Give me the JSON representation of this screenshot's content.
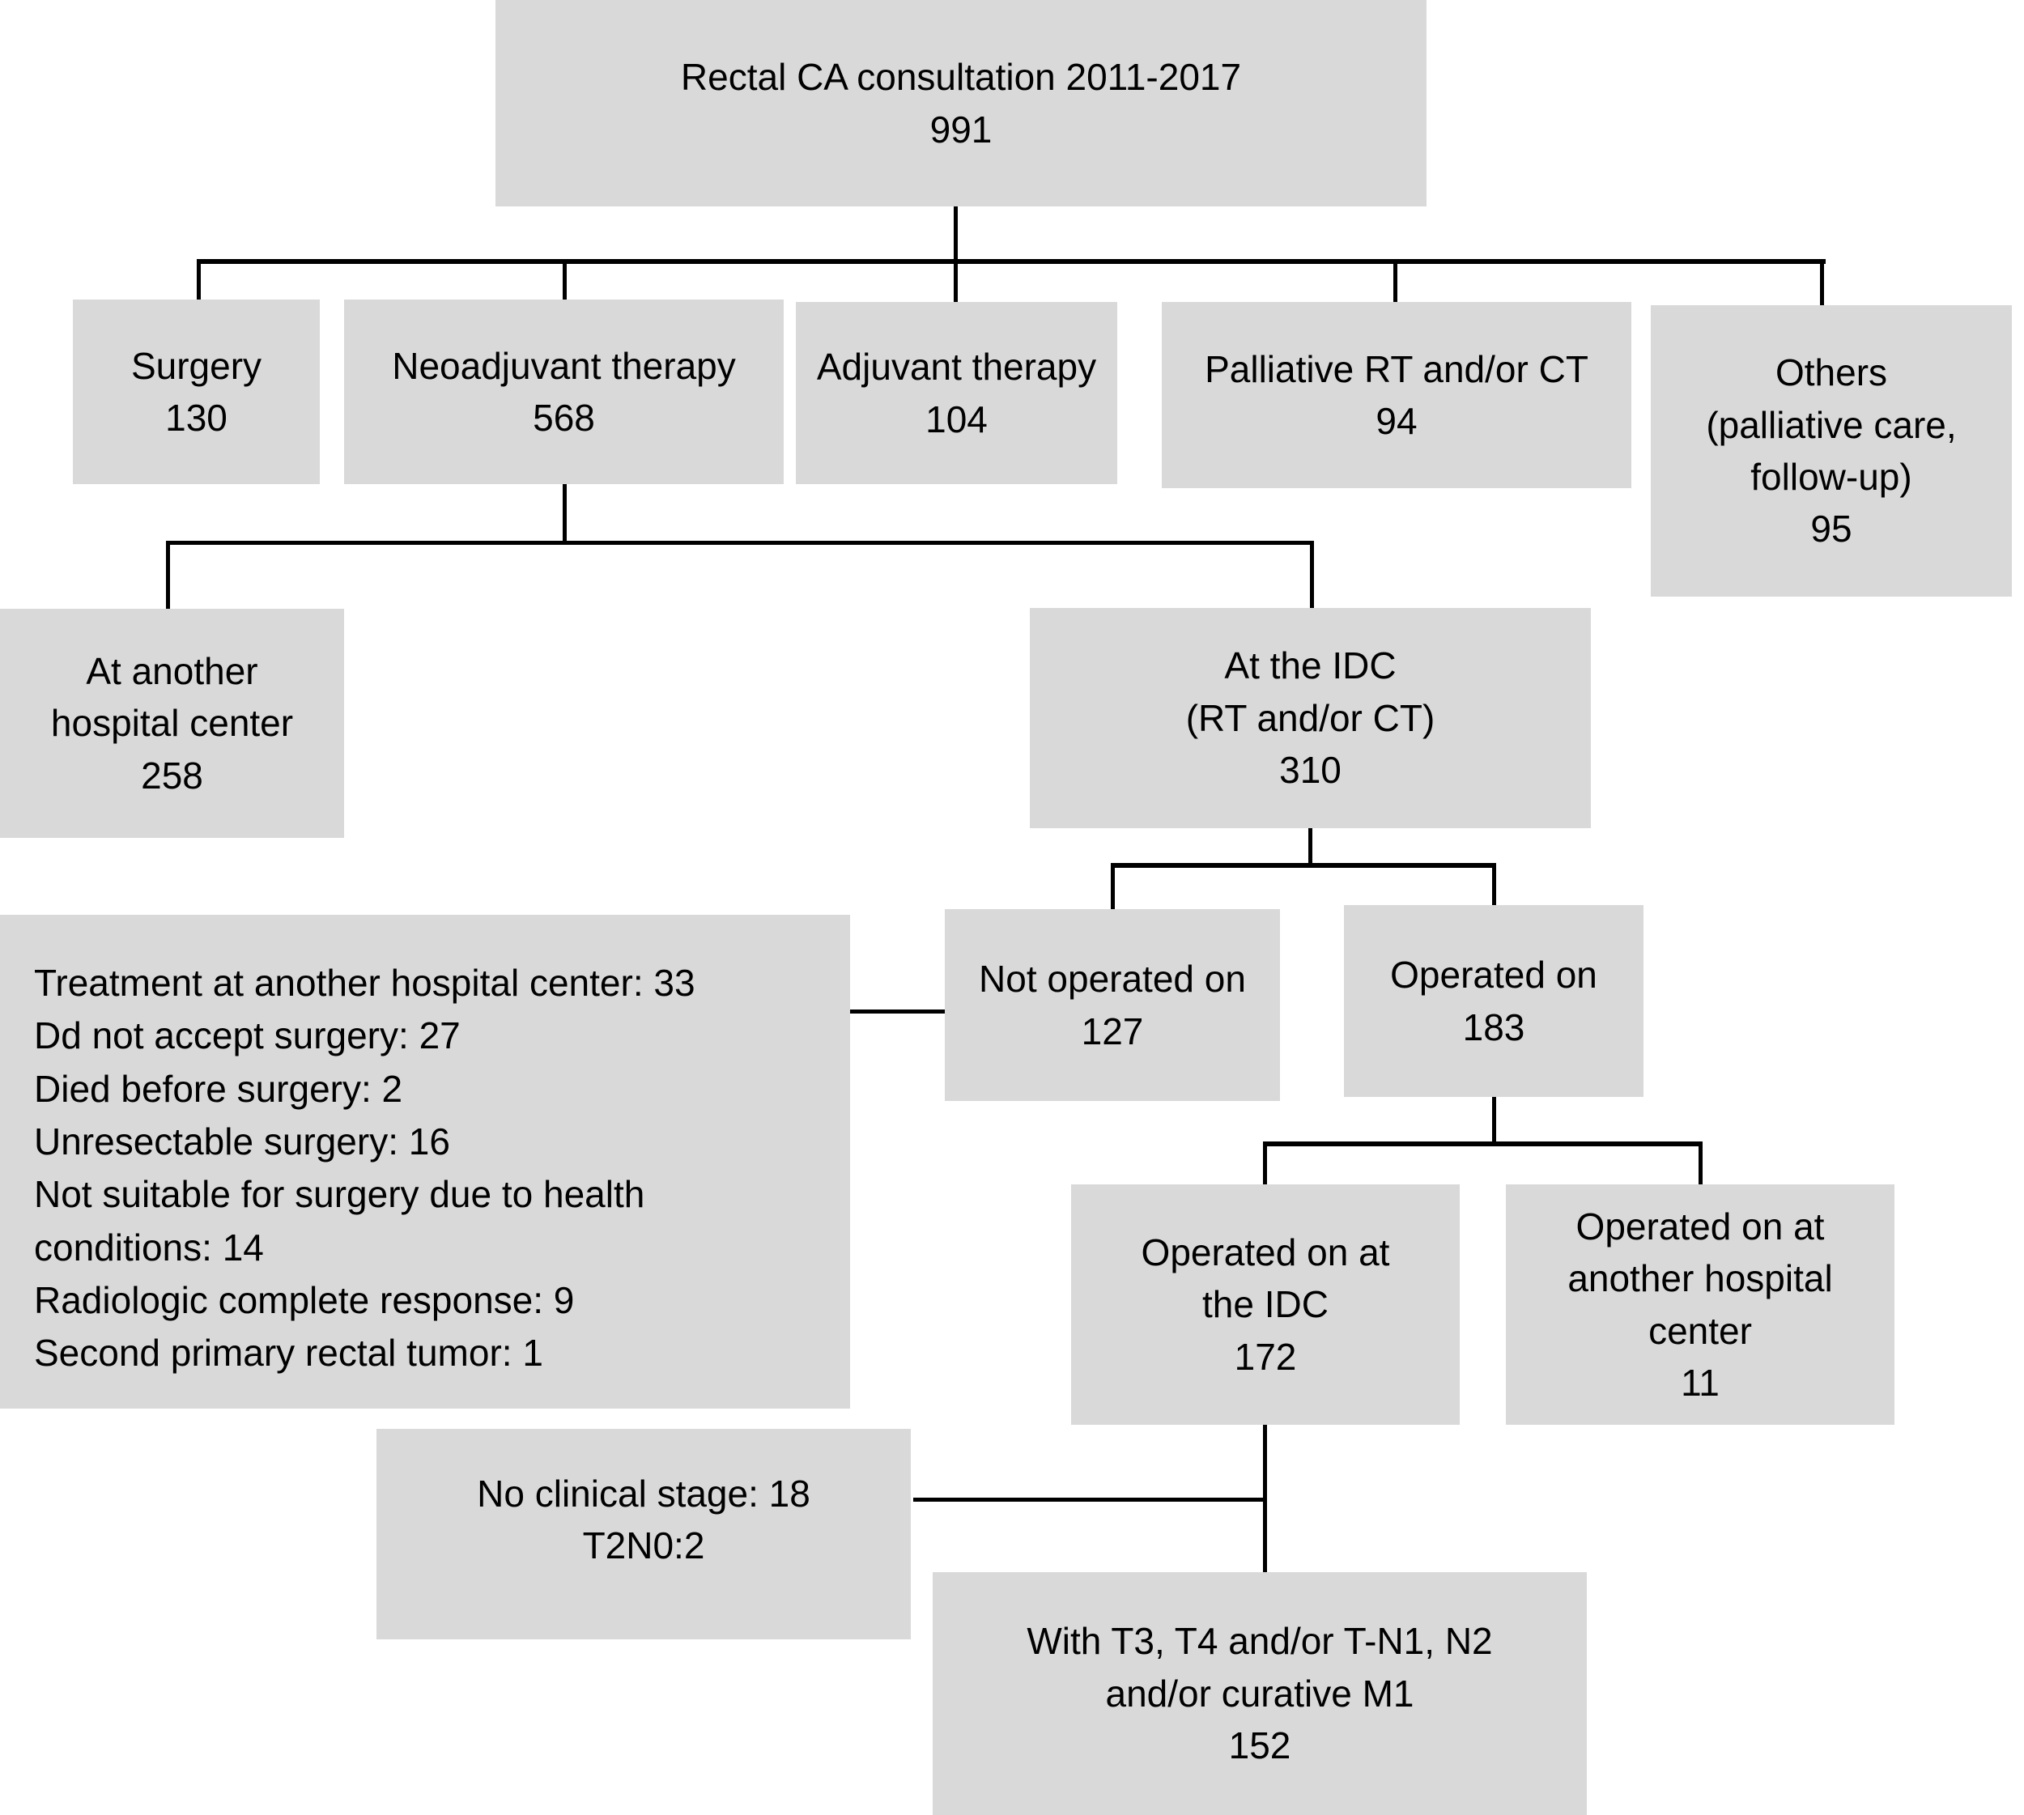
{
  "figure": {
    "description": "Patient flow diagram",
    "box_fill": "#d9d9d9",
    "line_color": "#000000",
    "background": "#ffffff"
  },
  "nodes": {
    "root": {
      "lines": [
        "Rectal CA consultation 2011-2017",
        "991"
      ]
    },
    "surgery": {
      "lines": [
        "Surgery",
        "130"
      ]
    },
    "neoadjuvant": {
      "lines": [
        "Neoadjuvant therapy",
        "568"
      ]
    },
    "adjuvant": {
      "lines": [
        "Adjuvant therapy",
        "104"
      ]
    },
    "palliative": {
      "lines": [
        "Palliative RT and/or CT",
        "94"
      ]
    },
    "others": {
      "lines": [
        "Others",
        "(palliative care,",
        "follow-up)",
        "95"
      ]
    },
    "another_center": {
      "lines": [
        "At another",
        "hospital center",
        "258"
      ]
    },
    "idc": {
      "lines": [
        "At the IDC",
        "(RT and/or CT)",
        "310"
      ]
    },
    "exclusions": {
      "items": [
        "Treatment at another hospital center: 33",
        "Dd not accept surgery: 27",
        "Died before surgery: 2",
        "Unresectable surgery: 16",
        "Not suitable for surgery due to health conditions: 14",
        "Radiologic complete response: 9",
        "Second primary rectal tumor: 1"
      ]
    },
    "not_operated": {
      "lines": [
        "Not operated on",
        "127"
      ]
    },
    "operated": {
      "lines": [
        "Operated on",
        "183"
      ]
    },
    "operated_idc": {
      "lines": [
        "Operated on at",
        "the IDC",
        "172"
      ]
    },
    "operated_other": {
      "lines": [
        "Operated on at",
        "another hospital",
        "center",
        "11"
      ]
    },
    "no_clinical_stage": {
      "lines": [
        "No clinical stage: 18",
        "T2N0:2"
      ]
    },
    "with_t3": {
      "lines": [
        "With T3, T4 and/or T-N1, N2",
        "and/or curative M1",
        "152"
      ]
    }
  }
}
